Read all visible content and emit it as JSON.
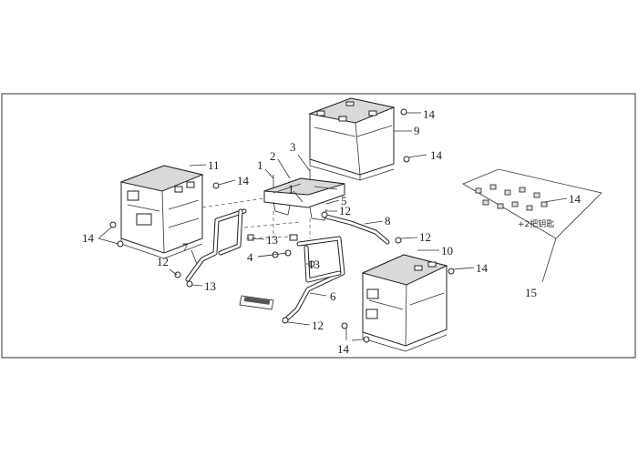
{
  "diagram": {
    "part_labels": [
      "1",
      "2",
      "3",
      "4",
      "5",
      "6",
      "7",
      "8",
      "9",
      "10",
      "11",
      "12",
      "13",
      "14",
      "15"
    ],
    "callouts": {
      "c1a": "1",
      "c1b": "1",
      "c2": "2",
      "c3": "3",
      "c4": "4",
      "c5": "5",
      "c6": "6",
      "c7": "7",
      "c8": "8",
      "c9": "9",
      "c10": "10",
      "c11": "11",
      "c12a": "12",
      "c12b": "12",
      "c12c": "12",
      "c12d": "12",
      "c13a": "13",
      "c13b": "13",
      "c13c": "13",
      "c14a": "14",
      "c14b": "14",
      "c14c": "14",
      "c14d": "14",
      "c14e": "14",
      "c14f": "14",
      "c15": "15"
    },
    "keys_note": "+2把钥匙"
  },
  "colors": {
    "line": "#222222",
    "frame": "#333333",
    "background": "#ffffff"
  }
}
